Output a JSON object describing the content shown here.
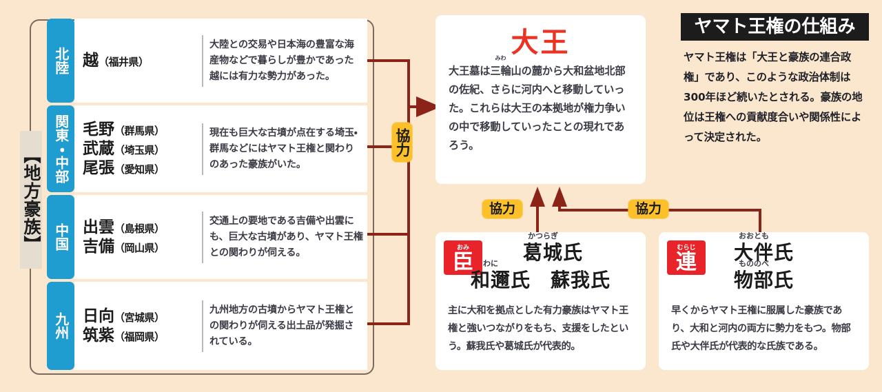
{
  "colors": {
    "background": "#fae7cd",
    "region_tab": "#1f9dd1",
    "badge": "#fbc02a",
    "wire": "#8c2318",
    "accent_red": "#ea3323",
    "chip_red": "#e8242a",
    "title_bar": "#1c1c1c",
    "frame_border": "#7a6a5c",
    "card_white": "#ffffff"
  },
  "left_section": {
    "vertical_label": "【地方豪族】",
    "rows": [
      {
        "region": "北陸",
        "names": [
          {
            "main": "越",
            "pref": "（福井県）"
          }
        ],
        "description": "大陸との交易や日本海の豊富な海産物などで暮らしが豊かであった越には有力な勢力があった。"
      },
      {
        "region": "関東・中部",
        "names": [
          {
            "main": "毛野",
            "pref": "（群馬県）"
          },
          {
            "main": "武蔵",
            "pref": "（埼玉県）"
          },
          {
            "main": "尾張",
            "pref": "（愛知県）"
          }
        ],
        "description": "現在も巨大な古墳が点在する埼玉・群馬などにはヤマト王権と関わりのあった豪族がいた。"
      },
      {
        "region": "中国",
        "names": [
          {
            "main": "出雲",
            "pref": "（島根県）"
          },
          {
            "main": "吉備",
            "pref": "（岡山県）"
          }
        ],
        "description": "交通上の要地である吉備や出雲にも、巨大な古墳があり、ヤマト王権との関わりが伺える。"
      },
      {
        "region": "九州",
        "names": [
          {
            "main": "日向",
            "pref": "（宮城県）"
          },
          {
            "main": "筑紫",
            "pref": "（福岡県）"
          }
        ],
        "description": "九州地方の古墳からヤマト王権との関わりが伺える出土品が発掘されている。"
      }
    ]
  },
  "badges": {
    "left_vertical": "協力",
    "center_horizontal": "協力",
    "right_horizontal": "協力"
  },
  "daiou": {
    "title": "大王",
    "body_pre": "大王墓は",
    "ruby_base": "三輪",
    "ruby_text": "みわ",
    "body_post": "山の麓から大和盆地北部の佐紀、さらに河内へと移動していった。これらは大王の本拠地が権力争いの中で移動していったことの現れであろう。"
  },
  "clans": [
    {
      "chip_ruby": "おみ",
      "chip_char": "臣",
      "name_lines": [
        [
          {
            "base": "葛城",
            "ruby": "かつらぎ"
          },
          {
            "base": "氏",
            "ruby": ""
          }
        ],
        [
          {
            "base": "和邇",
            "ruby": "わに"
          },
          {
            "base": "氏　蘇我氏",
            "ruby": ""
          }
        ]
      ],
      "body": "主に大和を拠点とした有力豪族はヤマト王権と強いつながりをもち、支援をしたという。蘇我氏や葛城氏が代表的。"
    },
    {
      "chip_ruby": "むらじ",
      "chip_char": "連",
      "name_lines": [
        [
          {
            "base": "大伴",
            "ruby": "おおとも"
          },
          {
            "base": "氏",
            "ruby": ""
          }
        ],
        [
          {
            "base": "物部",
            "ruby": "もののべ"
          },
          {
            "base": "氏",
            "ruby": ""
          }
        ]
      ],
      "body": "早くからヤマト王権に服属した豪族であり、大和と河内の両方に勢力をもつ。物部氏や大伴氏が代表的な氏族である。"
    }
  ],
  "right_panel": {
    "title": "ヤマト王権の仕組み",
    "body": "ヤマト王権は「大王と豪族の連合政権」であり、このような政治体制は300年ほど続いたとされる。豪族の地位は王権への貢献度合いや関係性によって決定された。"
  }
}
